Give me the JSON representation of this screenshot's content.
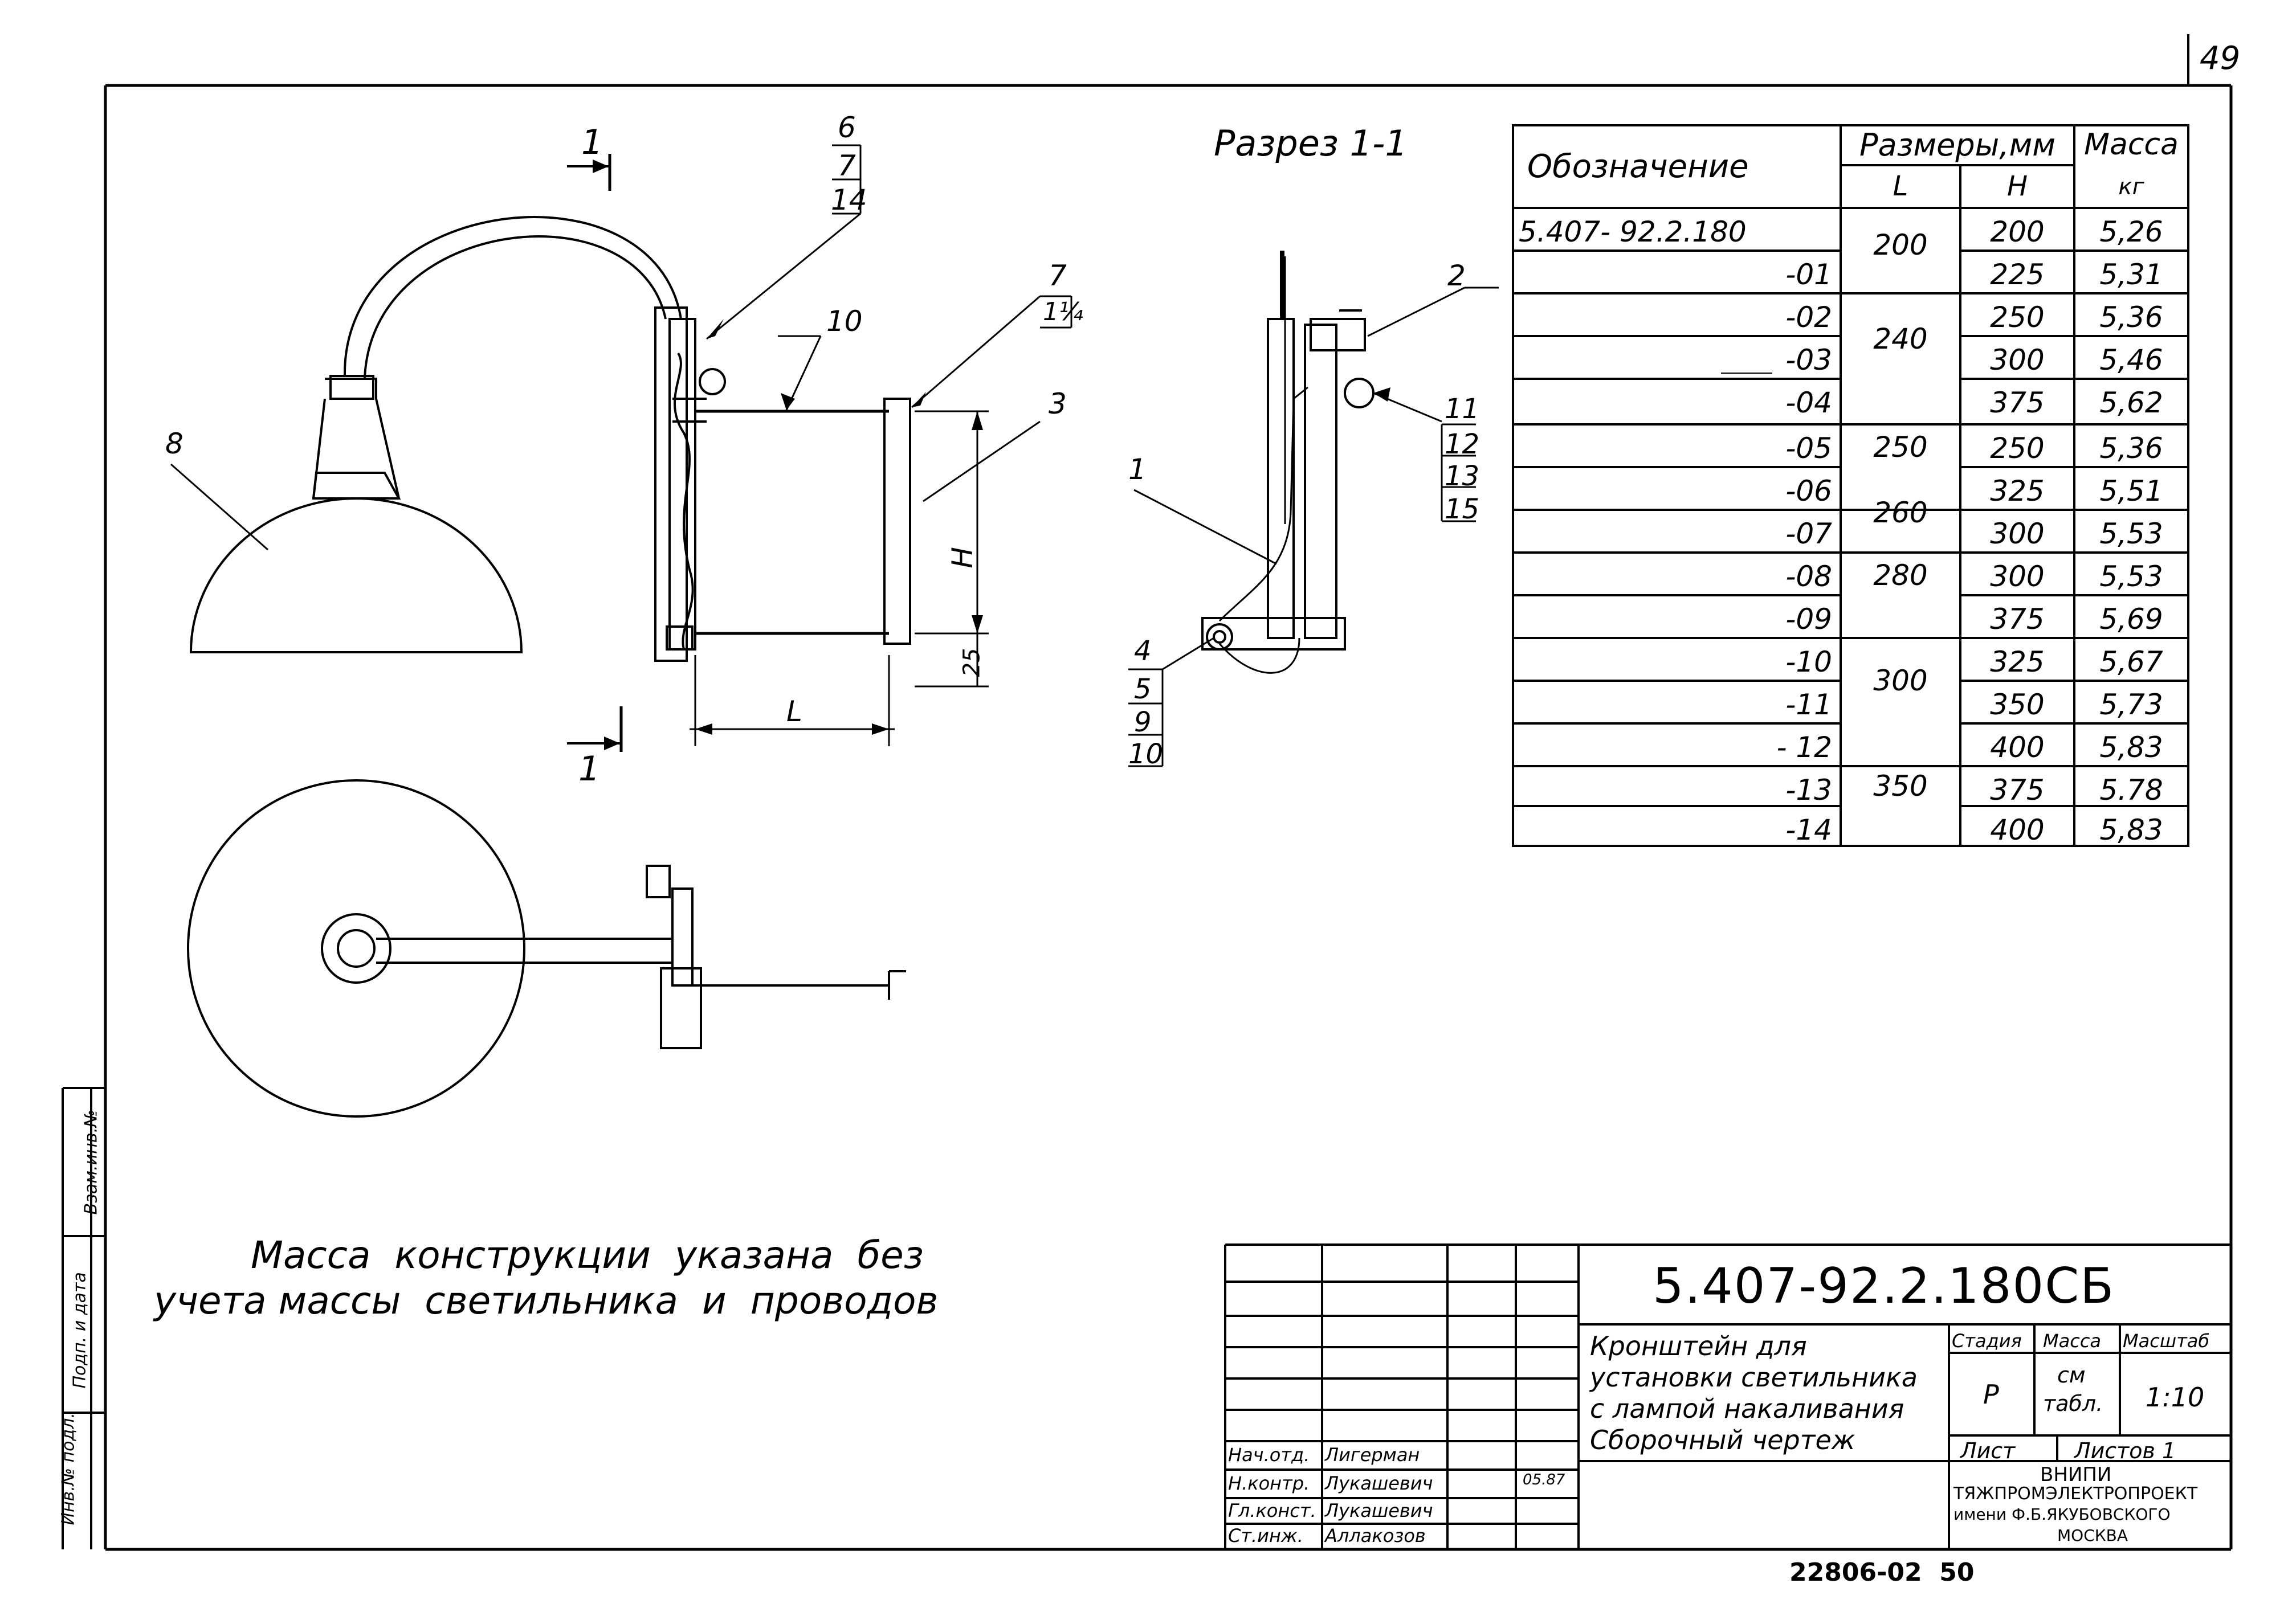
{
  "page_number": "49",
  "section_title": "Разрез 1-1",
  "section_marks": {
    "top": "1",
    "bottom": "1"
  },
  "callouts": {
    "c6": [
      "6",
      "7",
      "14"
    ],
    "c7": [
      "7",
      "1¼"
    ],
    "c10": "10",
    "c3": "3",
    "c8": "8",
    "c2": "2",
    "c11": [
      "11",
      "12",
      "13",
      "15"
    ],
    "c1": "1",
    "c4": [
      "4",
      "5",
      "9",
      "10"
    ]
  },
  "dimensions": {
    "H": "H",
    "L": "L",
    "d25": "25"
  },
  "spec_table": {
    "header": {
      "designation": "Обозначение",
      "sizes": "Размеры,мм",
      "mass": "Масса",
      "L": "L",
      "H": "H",
      "mass_unit": "кг"
    },
    "rows": [
      {
        "designation": "5.407- 92.2.180",
        "L": "200",
        "H": "200",
        "mass": "5,26"
      },
      {
        "designation": "-01",
        "L": "",
        "H": "225",
        "mass": "5,31"
      },
      {
        "designation": "-02",
        "L": "240",
        "H": "250",
        "mass": "5,36"
      },
      {
        "designation": "-03",
        "L": "",
        "H": "300",
        "mass": "5,46"
      },
      {
        "designation": "-04",
        "L": "",
        "H": "375",
        "mass": "5,62"
      },
      {
        "designation": "-05",
        "L": "250",
        "H": "250",
        "mass": "5,36"
      },
      {
        "designation": "-06",
        "L": "",
        "H": "325",
        "mass": "5,51"
      },
      {
        "designation": "-07",
        "L": "260",
        "H": "300",
        "mass": "5,53"
      },
      {
        "designation": "-08",
        "L": "280",
        "H": "300",
        "mass": "5,53"
      },
      {
        "designation": "-09",
        "L": "",
        "H": "375",
        "mass": "5,69"
      },
      {
        "designation": "-10",
        "L": "300",
        "H": "325",
        "mass": "5,67"
      },
      {
        "designation": "-11",
        "L": "",
        "H": "350",
        "mass": "5,73"
      },
      {
        "designation": "- 12",
        "L": "",
        "H": "400",
        "mass": "5,83"
      },
      {
        "designation": "-13",
        "L": "350",
        "H": "375",
        "mass": "5.78"
      },
      {
        "designation": "-14",
        "L": "",
        "H": "400",
        "mass": "5,83"
      }
    ]
  },
  "note": {
    "line1": "Масса  конструкции  указана  без",
    "line2": "учета массы  светильника  и  проводов"
  },
  "side_stamp": {
    "a": "Взам.инв.№",
    "b": "Подп. и дата",
    "c": "Инв.№ подл."
  },
  "title_block": {
    "code": "5.407-92.2.180СБ",
    "title_lines": [
      "Кронштейн для",
      "установки светильника",
      "с лампой накаливания",
      "Сборочный чертеж"
    ],
    "stage_label": "Стадия",
    "mass_label": "Масса",
    "scale_label": "Масштаб",
    "stage": "Р",
    "mass_val_1": "см",
    "mass_val_2": "табл.",
    "scale": "1:10",
    "sheet_label": "Лист",
    "sheets_label": "Листов 1",
    "org_1": "ВНИПИ",
    "org_2": "ТЯЖПРОМЭЛЕКТРОПРОЕКТ",
    "org_3": "имени Ф.Б.ЯКУБОВСКОГО",
    "org_4": "МОСКВА",
    "roles": [
      {
        "role": "Нач.отд.",
        "name": "Лигерман"
      },
      {
        "role": "Н.контр.",
        "name": "Лукашевич"
      },
      {
        "role": "Гл.конст.",
        "name": "Лукашевич"
      },
      {
        "role": "Ст.инж.",
        "name": "Аллакозов"
      }
    ],
    "date": "05.87"
  },
  "bottom_number": "22806-02  50"
}
